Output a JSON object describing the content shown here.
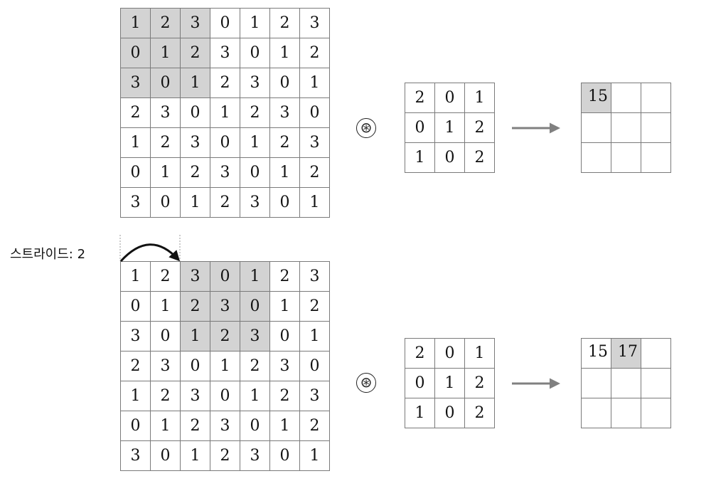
{
  "colors": {
    "highlight": "#d3d3d3",
    "line": "#7a7a7a",
    "arrow": "#808080"
  },
  "input_matrix": [
    [
      "1",
      "2",
      "3",
      "0",
      "1",
      "2",
      "3"
    ],
    [
      "0",
      "1",
      "2",
      "3",
      "0",
      "1",
      "2"
    ],
    [
      "3",
      "0",
      "1",
      "2",
      "3",
      "0",
      "1"
    ],
    [
      "2",
      "3",
      "0",
      "1",
      "2",
      "3",
      "0"
    ],
    [
      "1",
      "2",
      "3",
      "0",
      "1",
      "2",
      "3"
    ],
    [
      "0",
      "1",
      "2",
      "3",
      "0",
      "1",
      "2"
    ],
    [
      "3",
      "0",
      "1",
      "2",
      "3",
      "0",
      "1"
    ]
  ],
  "filter_matrix": [
    [
      "2",
      "0",
      "1"
    ],
    [
      "0",
      "1",
      "2"
    ],
    [
      "1",
      "0",
      "2"
    ]
  ],
  "operator_symbol": "⊛",
  "stride_label": "스트라이드: 2",
  "panels": [
    {
      "window": {
        "row": 0,
        "col": 0,
        "size": 3
      },
      "output": [
        [
          "15",
          "",
          ""
        ],
        [
          "",
          "",
          ""
        ],
        [
          "",
          "",
          ""
        ]
      ],
      "output_highlight": [
        0,
        0
      ]
    },
    {
      "window": {
        "row": 0,
        "col": 2,
        "size": 3
      },
      "output": [
        [
          "15",
          "17",
          ""
        ],
        [
          "",
          "",
          ""
        ],
        [
          "",
          "",
          ""
        ]
      ],
      "output_highlight": [
        0,
        1
      ]
    }
  ]
}
